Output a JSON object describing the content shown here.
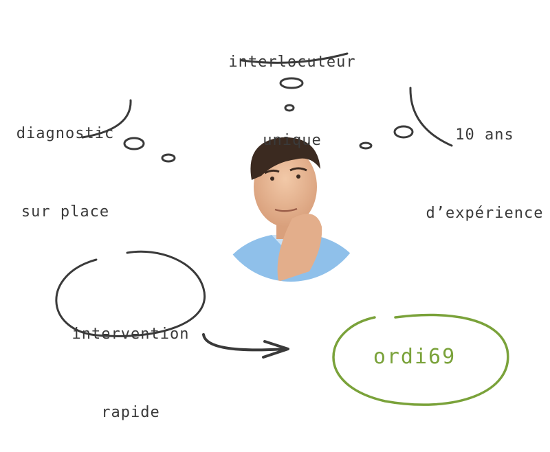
{
  "labels": {
    "interlocuteur": [
      "interlocuteur",
      "unique"
    ],
    "diagnostic": [
      "diagnostic",
      "sur place"
    ],
    "experience": [
      "10 ans",
      "d’expérience"
    ],
    "intervention": [
      "intervention",
      "rapide"
    ]
  },
  "brand": "ordi69",
  "colors": {
    "ink": "#3a3a3a",
    "accent": "#7aa23a",
    "shirt": "#8fc0ea",
    "skin": "#e8b896",
    "hair": "#3b2a20"
  }
}
